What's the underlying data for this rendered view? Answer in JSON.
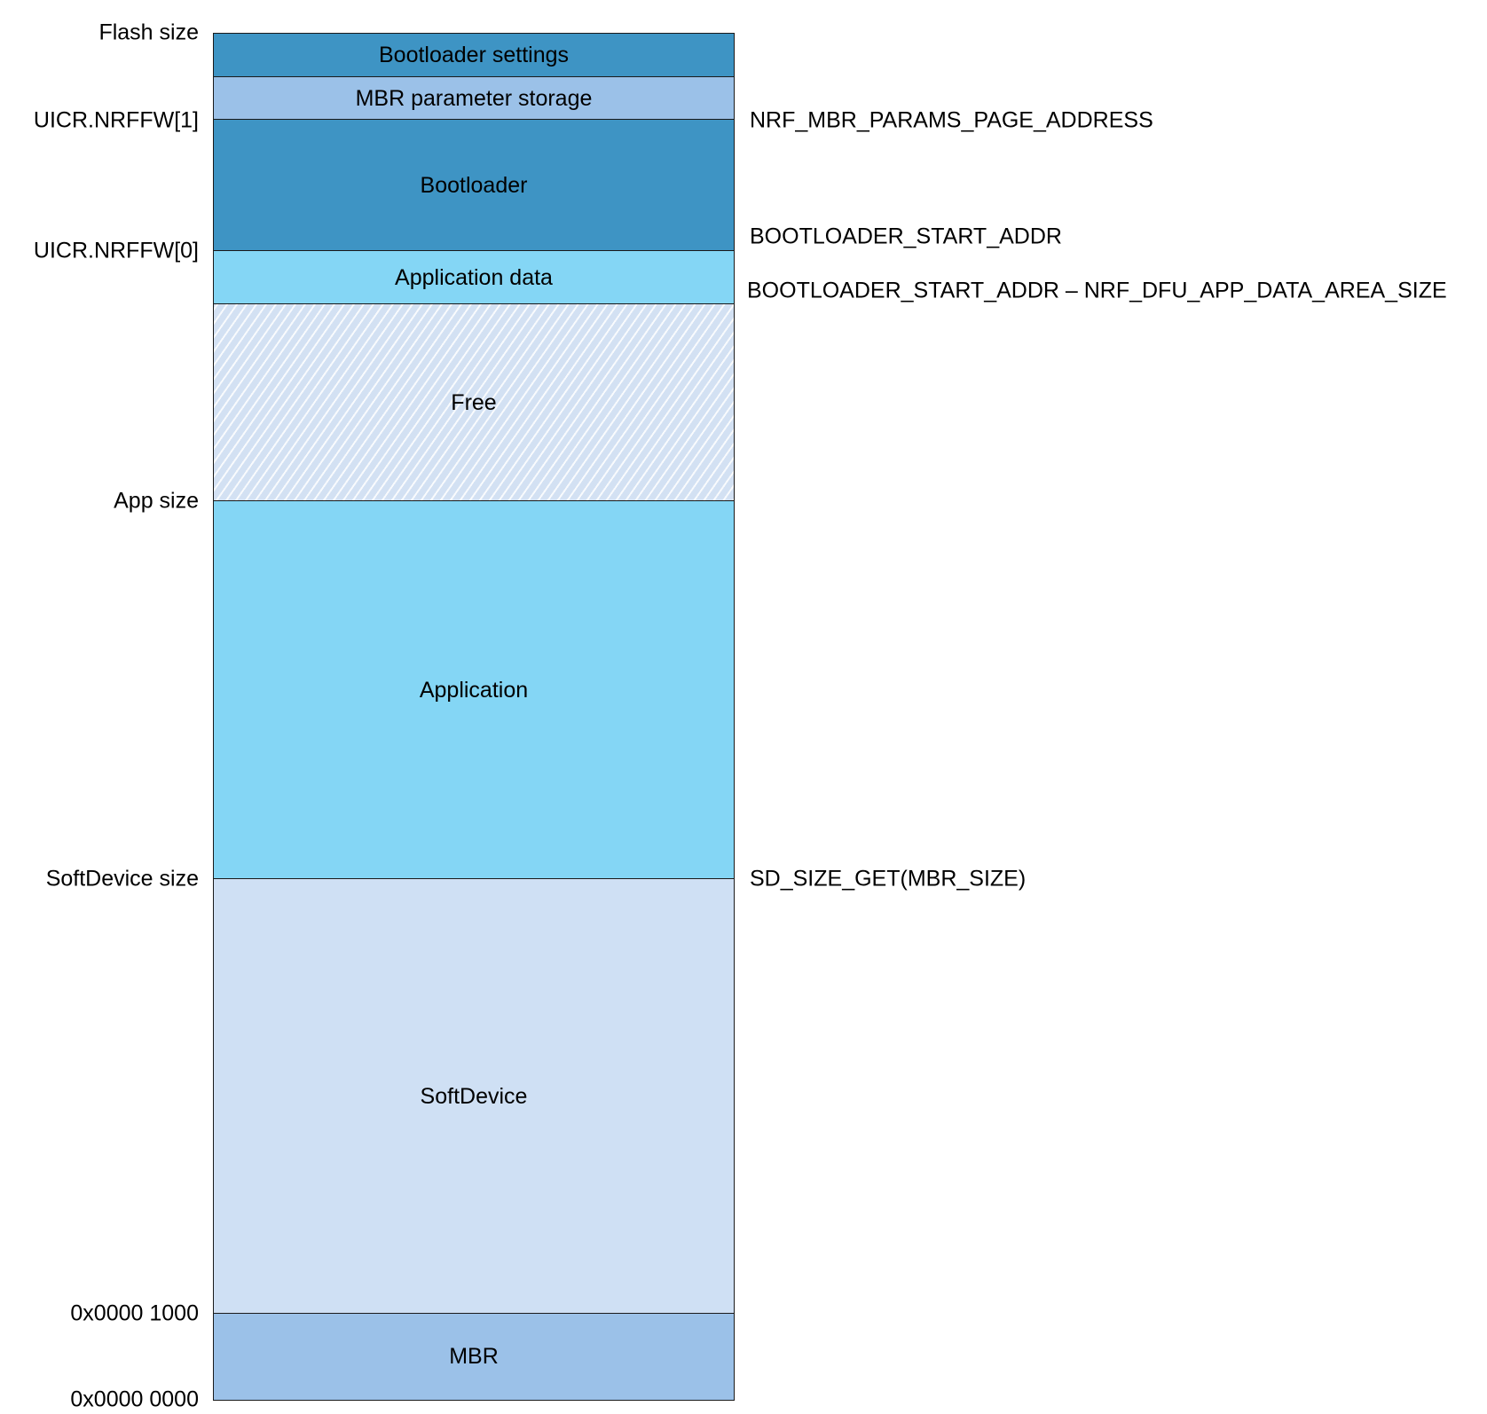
{
  "colors": {
    "bootloader": "#3e94c4",
    "mbr_params": "#9bc1e8",
    "app_data": "#84d6f5",
    "free": "#d3e1f3",
    "application": "#84d6f5",
    "softdevice": "#cfe0f4",
    "mbr": "#9bc1e8",
    "border": "#1a1a1a"
  },
  "regions": {
    "bootloader_settings": "Bootloader settings",
    "mbr_parameter_storage": "MBR parameter storage",
    "bootloader": "Bootloader",
    "application_data": "Application data",
    "free": "Free",
    "application": "Application",
    "softdevice": "SoftDevice",
    "mbr": "MBR"
  },
  "left_labels": {
    "flash_size": "Flash size",
    "uicr_nrffw1": "UICR.NRFFW[1]",
    "uicr_nrffw0": "UICR.NRFFW[0]",
    "app_size": "App size",
    "softdevice_size": "SoftDevice size",
    "addr_1000": "0x0000 1000",
    "addr_0000": "0x0000 0000"
  },
  "right_labels": {
    "mbr_params_page": "NRF_MBR_PARAMS_PAGE_ADDRESS",
    "bootloader_start": "BOOTLOADER_START_ADDR",
    "app_data_start": "BOOTLOADER_START_ADDR – NRF_DFU_APP_DATA_AREA_SIZE",
    "sd_size": "SD_SIZE_GET(MBR_SIZE)"
  }
}
